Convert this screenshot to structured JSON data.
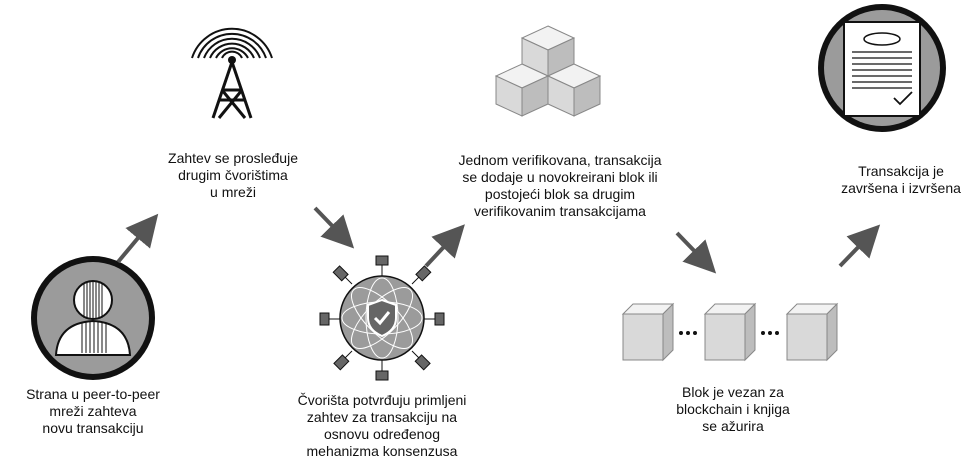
{
  "steps": [
    {
      "lines": [
        "Strana u peer-to-peer",
        "mreži zahteva",
        "novu transakciju"
      ]
    },
    {
      "lines": [
        "Zahtev se prosleđuje",
        "drugim čvorištima",
        "u mreži"
      ]
    },
    {
      "lines": [
        "Čvorišta potvrđuju primljeni",
        "zahtev za transakciju na",
        "osnovu određenog",
        "mehanizma konsenzusa"
      ]
    },
    {
      "lines": [
        "Jednom verifikovana, transakcija",
        "se dodaje u novokreirani blok ili",
        "postojeći blok sa drugim",
        "verifikovanim transakcijama"
      ]
    },
    {
      "lines": [
        "Blok je vezan za",
        "blockchain i knjiga",
        "se ažurira"
      ]
    },
    {
      "lines": [
        "Transakcija je",
        "završena i izvršena"
      ]
    }
  ],
  "colors": {
    "arrow": "#555555",
    "icon_gray": "#9b9b9b",
    "ink": "#111111"
  },
  "icons": [
    "user-avatar-icon",
    "broadcast-tower-icon",
    "consensus-network-icon",
    "stacked-cubes-icon",
    "chained-blocks-icon",
    "completed-document-icon"
  ]
}
